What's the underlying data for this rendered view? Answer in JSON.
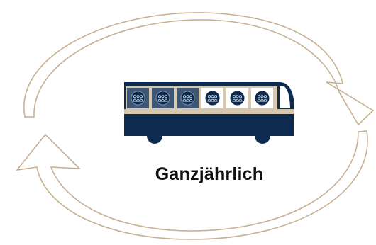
{
  "diagram": {
    "label": "Ganzjährlich",
    "seats": [
      {
        "state": "occupied"
      },
      {
        "state": "occupied"
      },
      {
        "state": "occupied"
      },
      {
        "state": "free"
      },
      {
        "state": "free"
      },
      {
        "state": "free"
      }
    ]
  },
  "colors": {
    "arrow_stroke": "#c7b092",
    "bus_body": "#0d2b4e",
    "bus_stripe": "#d7c7ad",
    "seat_occupied_bg": "#3c5674",
    "seat_free_bg": "#ffffff",
    "seat_icon": "#0d2b4e",
    "label": "#111111"
  }
}
